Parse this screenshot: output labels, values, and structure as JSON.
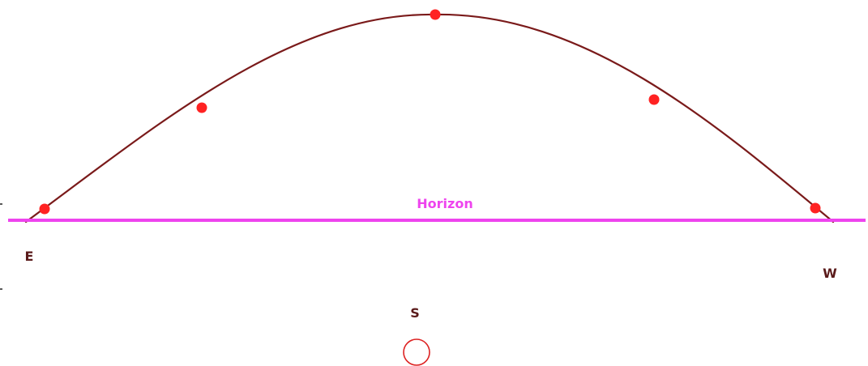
{
  "diagram": {
    "horizon_label": "Horizon",
    "directions": {
      "east": "E",
      "west": "W",
      "south": "S"
    },
    "colors": {
      "horizon": "#ee44ee",
      "horizon_label": "#ee44ee",
      "sun_path": "#7a1a1a",
      "sun_positions": "#ff2222",
      "direction_labels": "#5a1a1a",
      "observer": "#dd2222"
    },
    "icons": {
      "observer": "observer-circle-icon",
      "sun_position": "sun-position-dot-icon"
    }
  }
}
